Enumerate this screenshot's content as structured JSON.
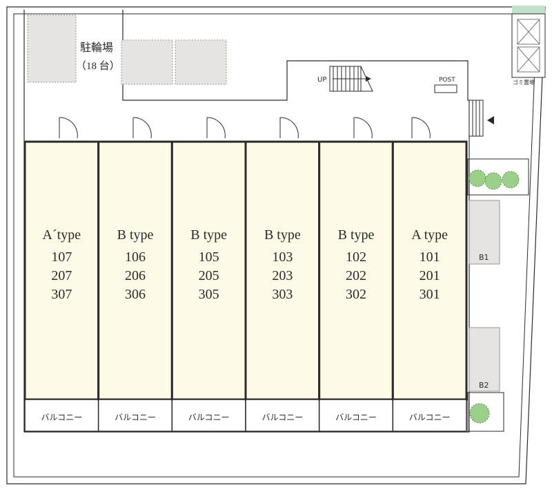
{
  "bike_parking": {
    "label": "駐輪場",
    "capacity": "（18 台）"
  },
  "stairs_label": "UP",
  "post_label": "POST",
  "garbage_label": "ゴミ置場",
  "parking": [
    {
      "label": "B1"
    },
    {
      "label": "B2"
    }
  ],
  "units": [
    {
      "type": "A´type",
      "rooms": [
        "107",
        "207",
        "307"
      ],
      "balcony": "バルコニー"
    },
    {
      "type": "B type",
      "rooms": [
        "106",
        "206",
        "306"
      ],
      "balcony": "バルコニー"
    },
    {
      "type": "B type",
      "rooms": [
        "105",
        "205",
        "305"
      ],
      "balcony": "バルコニー"
    },
    {
      "type": "B type",
      "rooms": [
        "103",
        "203",
        "303"
      ],
      "balcony": "バルコニー"
    },
    {
      "type": "B type",
      "rooms": [
        "102",
        "202",
        "302"
      ],
      "balcony": "バルコニー"
    },
    {
      "type": "A type",
      "rooms": [
        "101",
        "201",
        "301"
      ],
      "balcony": "バルコニー"
    }
  ],
  "colors": {
    "unit_fill": "#fdfbe8",
    "pad_fill": "#e6e4e1",
    "tree_fill": "#9bd08a",
    "line": "#2a2a2a",
    "garbage_top": "#bfe2c8"
  }
}
